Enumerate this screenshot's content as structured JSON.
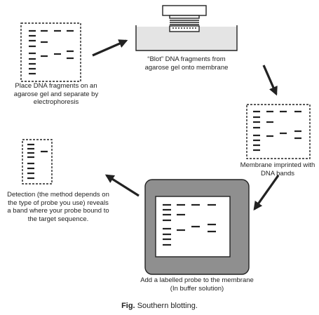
{
  "labels": {
    "step1": "Place DNA fragments on an agarose gel and separate by electrophoresis",
    "step2": "“Blot” DNA fragments from agarose gel onto membrane",
    "step3": "Membrane imprinted with DNA bands",
    "step4": "Add a labelled probe to the membrane (In buffer solution)",
    "step5": "Detection (the method depends on the type of probe you use) reveals a band where your probe bound to the target sequence."
  },
  "caption": {
    "prefix": "Fig.",
    "text": "Southern blotting."
  },
  "colors": {
    "ink": "#222222",
    "tray_fill": "#e4e4e4",
    "probe_box_fill": "#8f8f8f"
  }
}
